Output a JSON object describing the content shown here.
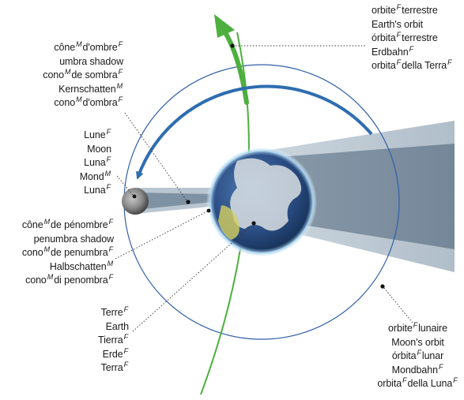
{
  "gender_marks": {
    "masculine": "M",
    "feminine": "F"
  },
  "labels": {
    "earth_orbit": [
      [
        [
          "orbite",
          "F"
        ],
        [
          "terrestre",
          ""
        ]
      ],
      [
        [
          "Earth's orbit",
          ""
        ]
      ],
      [
        [
          "órbita",
          "F"
        ],
        [
          "terrestre",
          ""
        ]
      ],
      [
        [
          "Erdbahn",
          "F"
        ]
      ],
      [
        [
          "orbita",
          "F"
        ],
        [
          "della Terra",
          "F"
        ]
      ]
    ],
    "umbra": [
      [
        [
          "cône",
          "M"
        ],
        [
          "d'ombre",
          "F"
        ]
      ],
      [
        [
          "umbra shadow",
          ""
        ]
      ],
      [
        [
          "cono",
          "M"
        ],
        [
          "de sombra",
          "F"
        ]
      ],
      [
        [
          "Kernschatten",
          "M"
        ]
      ],
      [
        [
          "cono",
          "M"
        ],
        [
          "d'ombra",
          "F"
        ]
      ]
    ],
    "moon": [
      [
        [
          "Lune",
          "F"
        ]
      ],
      [
        [
          "Moon",
          ""
        ]
      ],
      [
        [
          "Luna",
          "F"
        ]
      ],
      [
        [
          "Mond",
          "M"
        ]
      ],
      [
        [
          "Luna",
          "F"
        ]
      ]
    ],
    "penumbra": [
      [
        [
          "cône",
          "M"
        ],
        [
          "de pénombre",
          "F"
        ]
      ],
      [
        [
          "penumbra shadow",
          ""
        ]
      ],
      [
        [
          "cono",
          "M"
        ],
        [
          "de penumbra",
          "F"
        ]
      ],
      [
        [
          "Halbschatten",
          "M"
        ]
      ],
      [
        [
          "cono",
          "M"
        ],
        [
          "di penombra",
          "F"
        ]
      ]
    ],
    "earth": [
      [
        [
          "Terre",
          "F"
        ]
      ],
      [
        [
          "Earth",
          ""
        ]
      ],
      [
        [
          "Tierra",
          "F"
        ]
      ],
      [
        [
          "Erde",
          "F"
        ]
      ],
      [
        [
          "Terra",
          "F"
        ]
      ]
    ],
    "moon_orbit": [
      [
        [
          "orbite",
          "F"
        ],
        [
          "lunaire",
          ""
        ]
      ],
      [
        [
          "Moon's orbit",
          ""
        ]
      ],
      [
        [
          "órbita",
          "F"
        ],
        [
          "lunar",
          ""
        ]
      ],
      [
        [
          "Mondbahn",
          "F"
        ]
      ],
      [
        [
          "orbita",
          "F"
        ],
        [
          "della Luna",
          "F"
        ]
      ]
    ]
  },
  "colors": {
    "earth_orbit_arrow": "#4caf3e",
    "moon_orbit_arrow": "#2e6db0",
    "moon_orbit_ring": "#2f5fa8",
    "penumbra_shadow": "#b3c1cc",
    "umbra_shadow": "#7d8fa0",
    "ocean": "#2c4f86",
    "land": "#d9dfe3"
  }
}
